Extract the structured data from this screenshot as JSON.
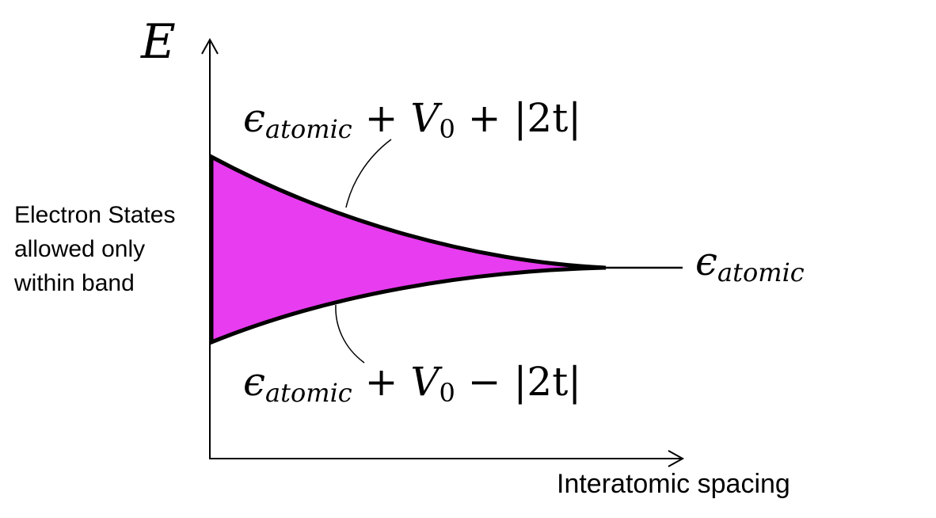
{
  "axes": {
    "y_label": "E",
    "x_label": "Interatomic spacing"
  },
  "annotation": {
    "line1": "Electron States",
    "line2": "allowed only",
    "line3": "within band"
  },
  "upper_label": {
    "epsilon": "ϵ",
    "sub": "atomic",
    "rest": " + ",
    "v": "V",
    "v_sub": "0",
    "tail": " + |2t|"
  },
  "lower_label": {
    "epsilon": "ϵ",
    "sub": "atomic",
    "rest": " + ",
    "v": "V",
    "v_sub": "0",
    "tail": " − |2t|"
  },
  "atomic_label": {
    "epsilon": "ϵ",
    "sub": "atomic"
  },
  "colors": {
    "band_fill": "#e83cf0",
    "stroke": "#000000"
  }
}
